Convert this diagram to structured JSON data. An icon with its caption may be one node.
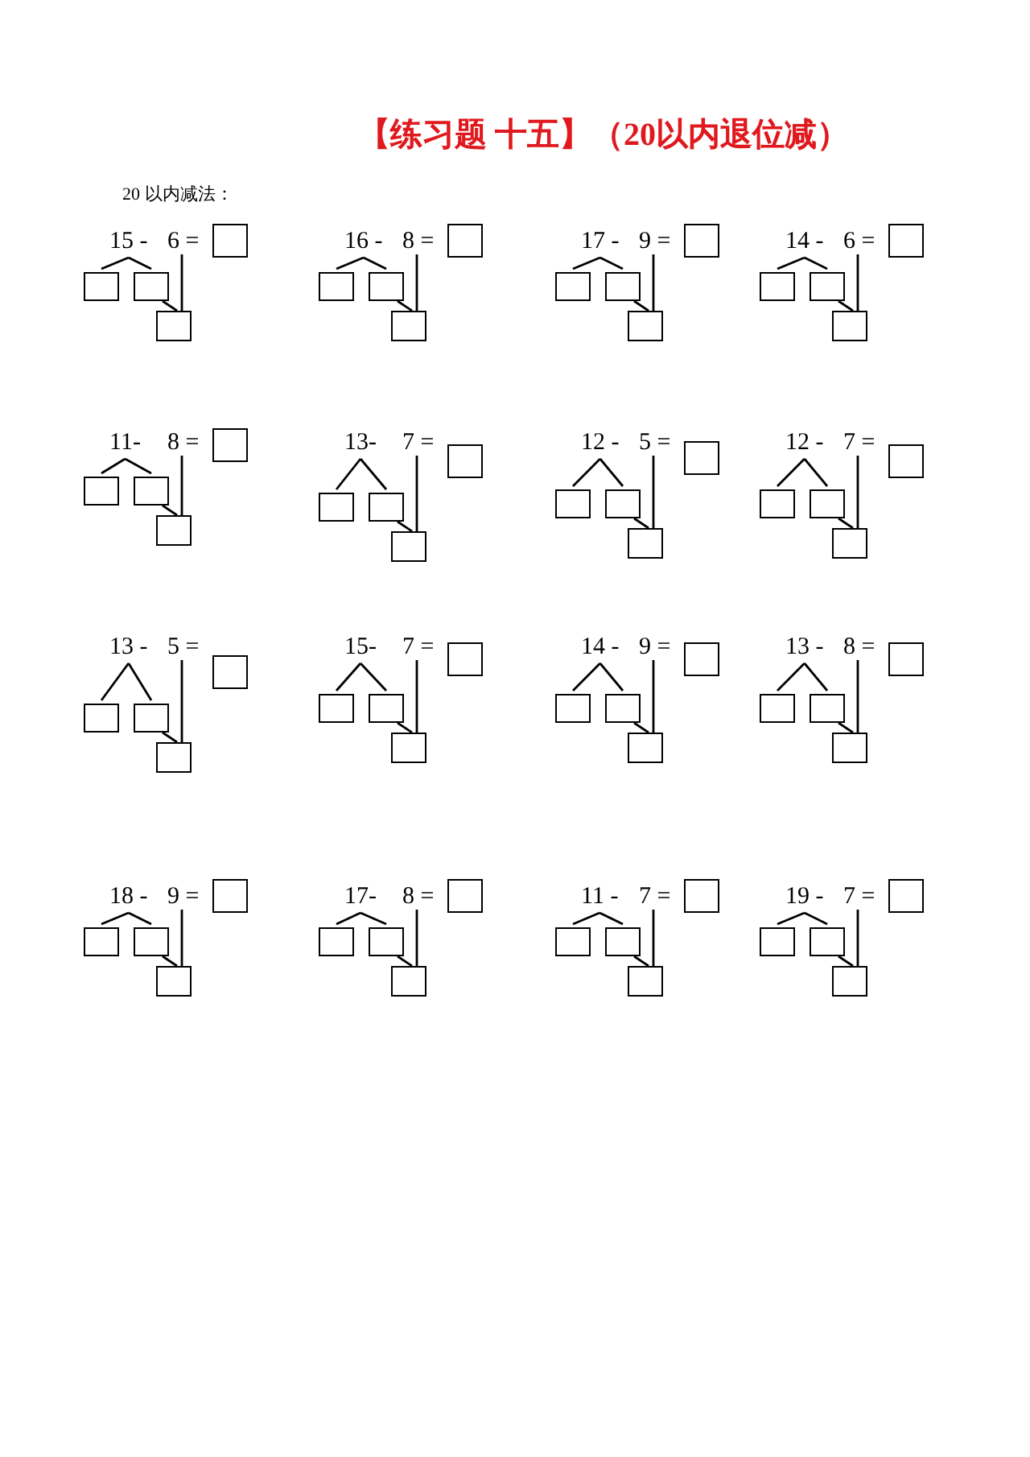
{
  "diagram": {
    "title": "【练习题 十五】（20以内退位减）",
    "labels": [
      "20 以内减法："
    ],
    "nodes": [
      {
        "text": [
          "15 -"
        ]
      },
      {
        "text": [
          "6 ="
        ]
      },
      {
        "text": [],
        "shape": "box"
      },
      {
        "text": [],
        "shape": "box"
      },
      {
        "text": [],
        "shape": "box"
      },
      {
        "text": [],
        "shape": "box"
      },
      {
        "text": [
          "16 -"
        ]
      },
      {
        "text": [
          "8 ="
        ]
      },
      {
        "text": [],
        "shape": "box"
      },
      {
        "text": [],
        "shape": "box"
      },
      {
        "text": [],
        "shape": "box"
      },
      {
        "text": [],
        "shape": "box"
      },
      {
        "text": [
          "17 -"
        ]
      },
      {
        "text": [
          "9 ="
        ]
      },
      {
        "text": [],
        "shape": "box"
      },
      {
        "text": [],
        "shape": "box"
      },
      {
        "text": [],
        "shape": "box"
      },
      {
        "text": [],
        "shape": "box"
      },
      {
        "text": [
          "14 -"
        ]
      },
      {
        "text": [
          "6 ="
        ]
      },
      {
        "text": [],
        "shape": "box"
      },
      {
        "text": [],
        "shape": "box"
      },
      {
        "text": [],
        "shape": "box"
      },
      {
        "text": [],
        "shape": "box"
      },
      {
        "text": [
          "11-"
        ]
      },
      {
        "text": [
          "8 ="
        ]
      },
      {
        "text": [],
        "shape": "box"
      },
      {
        "text": [],
        "shape": "box"
      },
      {
        "text": [],
        "shape": "box"
      },
      {
        "text": [],
        "shape": "box"
      },
      {
        "text": [
          "13-"
        ]
      },
      {
        "text": [
          "7 ="
        ]
      },
      {
        "text": [],
        "shape": "box"
      },
      {
        "text": [],
        "shape": "box"
      },
      {
        "text": [],
        "shape": "box"
      },
      {
        "text": [],
        "shape": "box"
      },
      {
        "text": [
          "12 -"
        ]
      },
      {
        "text": [
          "5 ="
        ]
      },
      {
        "text": [],
        "shape": "box"
      },
      {
        "text": [],
        "shape": "box"
      },
      {
        "text": [],
        "shape": "box"
      },
      {
        "text": [],
        "shape": "box"
      },
      {
        "text": [
          "12 -"
        ]
      },
      {
        "text": [
          "7 ="
        ]
      },
      {
        "text": [],
        "shape": "box"
      },
      {
        "text": [],
        "shape": "box"
      },
      {
        "text": [],
        "shape": "box"
      },
      {
        "text": [],
        "shape": "box"
      },
      {
        "text": [
          "13 -"
        ]
      },
      {
        "text": [
          "5 ="
        ]
      },
      {
        "text": [],
        "shape": "box"
      },
      {
        "text": [],
        "shape": "box"
      },
      {
        "text": [],
        "shape": "box"
      },
      {
        "text": [],
        "shape": "box"
      },
      {
        "text": [
          "15-"
        ]
      },
      {
        "text": [
          "7 ="
        ]
      },
      {
        "text": [],
        "shape": "box"
      },
      {
        "text": [],
        "shape": "box"
      },
      {
        "text": [],
        "shape": "box"
      },
      {
        "text": [],
        "shape": "box"
      },
      {
        "text": [
          "14 -"
        ]
      },
      {
        "text": [
          "9 ="
        ]
      },
      {
        "text": [],
        "shape": "box"
      },
      {
        "text": [],
        "shape": "box"
      },
      {
        "text": [],
        "shape": "box"
      },
      {
        "text": [],
        "shape": "box"
      },
      {
        "text": [
          "13 -"
        ]
      },
      {
        "text": [
          "8 ="
        ]
      },
      {
        "text": [],
        "shape": "box"
      },
      {
        "text": [],
        "shape": "box"
      },
      {
        "text": [],
        "shape": "box"
      },
      {
        "text": [],
        "shape": "box"
      },
      {
        "text": [
          "18 -"
        ]
      },
      {
        "text": [
          "9 ="
        ]
      },
      {
        "text": [],
        "shape": "box"
      },
      {
        "text": [],
        "shape": "box"
      },
      {
        "text": [],
        "shape": "box"
      },
      {
        "text": [],
        "shape": "box"
      },
      {
        "text": [
          "17-"
        ]
      },
      {
        "text": [
          "8 ="
        ]
      },
      {
        "text": [],
        "shape": "box"
      },
      {
        "text": [],
        "shape": "box"
      },
      {
        "text": [],
        "shape": "box"
      },
      {
        "text": [],
        "shape": "box"
      },
      {
        "text": [
          "11 -"
        ]
      },
      {
        "text": [
          "7 ="
        ]
      },
      {
        "text": [],
        "shape": "box"
      },
      {
        "text": [],
        "shape": "box"
      },
      {
        "text": [],
        "shape": "box"
      },
      {
        "text": [],
        "shape": "box"
      },
      {
        "text": [
          "19 -"
        ]
      },
      {
        "text": [
          "7 ="
        ]
      },
      {
        "text": [],
        "shape": "box"
      },
      {
        "text": [],
        "shape": "box"
      },
      {
        "text": [],
        "shape": "box"
      },
      {
        "text": [],
        "shape": "box"
      }
    ],
    "edges": [
      {
        "from": 0,
        "to": 3,
        "arrow": "none"
      },
      {
        "from": 0,
        "to": 4,
        "arrow": "none"
      },
      {
        "from": 1,
        "to": 5,
        "arrow": "none"
      },
      {
        "from": 4,
        "to": 5,
        "arrow": "none"
      },
      {
        "from": 6,
        "to": 9,
        "arrow": "none"
      },
      {
        "from": 6,
        "to": 10,
        "arrow": "none"
      },
      {
        "from": 7,
        "to": 11,
        "arrow": "none"
      },
      {
        "from": 10,
        "to": 11,
        "arrow": "none"
      },
      {
        "from": 12,
        "to": 15,
        "arrow": "none"
      },
      {
        "from": 12,
        "to": 16,
        "arrow": "none"
      },
      {
        "from": 13,
        "to": 17,
        "arrow": "none"
      },
      {
        "from": 16,
        "to": 17,
        "arrow": "none"
      },
      {
        "from": 18,
        "to": 21,
        "arrow": "none"
      },
      {
        "from": 18,
        "to": 22,
        "arrow": "none"
      },
      {
        "from": 19,
        "to": 23,
        "arrow": "none"
      },
      {
        "from": 22,
        "to": 23,
        "arrow": "none"
      },
      {
        "from": 24,
        "to": 27,
        "arrow": "none"
      },
      {
        "from": 24,
        "to": 28,
        "arrow": "none"
      },
      {
        "from": 25,
        "to": 29,
        "arrow": "none"
      },
      {
        "from": 28,
        "to": 29,
        "arrow": "none"
      },
      {
        "from": 30,
        "to": 33,
        "arrow": "none"
      },
      {
        "from": 30,
        "to": 34,
        "arrow": "none"
      },
      {
        "from": 31,
        "to": 35,
        "arrow": "none"
      },
      {
        "from": 34,
        "to": 35,
        "arrow": "none"
      },
      {
        "from": 36,
        "to": 39,
        "arrow": "none"
      },
      {
        "from": 36,
        "to": 40,
        "arrow": "none"
      },
      {
        "from": 37,
        "to": 41,
        "arrow": "none"
      },
      {
        "from": 40,
        "to": 41,
        "arrow": "none"
      },
      {
        "from": 42,
        "to": 45,
        "arrow": "none"
      },
      {
        "from": 42,
        "to": 46,
        "arrow": "none"
      },
      {
        "from": 43,
        "to": 47,
        "arrow": "none"
      },
      {
        "from": 46,
        "to": 47,
        "arrow": "none"
      },
      {
        "from": 48,
        "to": 51,
        "arrow": "none"
      },
      {
        "from": 48,
        "to": 52,
        "arrow": "none"
      },
      {
        "from": 49,
        "to": 53,
        "arrow": "none"
      },
      {
        "from": 52,
        "to": 53,
        "arrow": "none"
      },
      {
        "from": 54,
        "to": 57,
        "arrow": "none"
      },
      {
        "from": 54,
        "to": 58,
        "arrow": "none"
      },
      {
        "from": 55,
        "to": 59,
        "arrow": "none"
      },
      {
        "from": 58,
        "to": 59,
        "arrow": "none"
      },
      {
        "from": 60,
        "to": 63,
        "arrow": "none"
      },
      {
        "from": 60,
        "to": 64,
        "arrow": "none"
      },
      {
        "from": 61,
        "to": 65,
        "arrow": "none"
      },
      {
        "from": 64,
        "to": 65,
        "arrow": "none"
      },
      {
        "from": 66,
        "to": 69,
        "arrow": "none"
      },
      {
        "from": 66,
        "to": 70,
        "arrow": "none"
      },
      {
        "from": 67,
        "to": 71,
        "arrow": "none"
      },
      {
        "from": 70,
        "to": 71,
        "arrow": "none"
      },
      {
        "from": 72,
        "to": 75,
        "arrow": "none"
      },
      {
        "from": 72,
        "to": 76,
        "arrow": "none"
      },
      {
        "from": 73,
        "to": 77,
        "arrow": "none"
      },
      {
        "from": 76,
        "to": 77,
        "arrow": "none"
      },
      {
        "from": 78,
        "to": 81,
        "arrow": "none"
      },
      {
        "from": 78,
        "to": 82,
        "arrow": "none"
      },
      {
        "from": 79,
        "to": 83,
        "arrow": "none"
      },
      {
        "from": 82,
        "to": 83,
        "arrow": "none"
      },
      {
        "from": 84,
        "to": 87,
        "arrow": "none"
      },
      {
        "from": 84,
        "to": 88,
        "arrow": "none"
      },
      {
        "from": 85,
        "to": 89,
        "arrow": "none"
      },
      {
        "from": 88,
        "to": 89,
        "arrow": "none"
      },
      {
        "from": 90,
        "to": 93,
        "arrow": "none"
      },
      {
        "from": 90,
        "to": 94,
        "arrow": "none"
      },
      {
        "from": 91,
        "to": 95,
        "arrow": "none"
      },
      {
        "from": 94,
        "to": 95,
        "arrow": "none"
      }
    ]
  }
}
